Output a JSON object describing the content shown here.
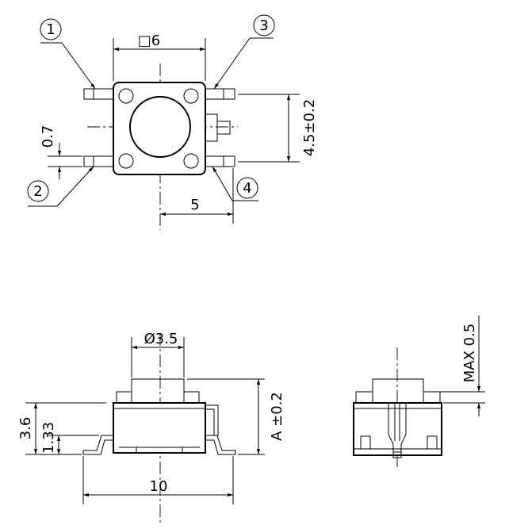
{
  "top_view": {
    "callouts": [
      "1",
      "2",
      "3",
      "4"
    ],
    "dim_width": "□6",
    "dim_height": "4.5±0.2",
    "dim_pin": "0.7",
    "dim_pitch": "5"
  },
  "side_view": {
    "dim_diameter": "Ø3.5",
    "dim_height_total": "3.6",
    "dim_height_body": "1.33",
    "dim_height_a": "A ±0.2",
    "dim_length": "10"
  },
  "end_view": {
    "dim_max": "MAX 0.5"
  }
}
